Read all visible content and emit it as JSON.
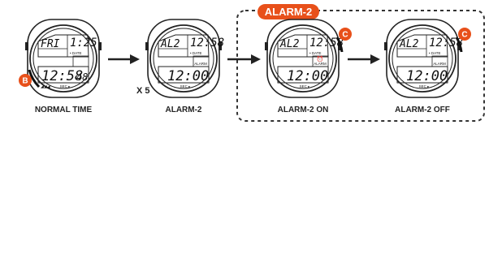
{
  "group": {
    "label": "ALARM-2",
    "accent": "#e8501a"
  },
  "watches": [
    {
      "caption": "NORMAL TIME",
      "top_left": "FRI",
      "top_right": "1:25",
      "date_label": "DATE",
      "main": "12:58",
      "seconds": "48",
      "sec_label": "SEC",
      "alarm_label": "",
      "alarm_icon": false,
      "button": {
        "letter": "B",
        "side": "left"
      }
    },
    {
      "caption": "ALARM-2",
      "top_left": "AL2",
      "top_right": "12:58",
      "date_label": "DATE",
      "main": "12:00",
      "seconds": "",
      "sec_label": "SEC",
      "alarm_label": "ALARM",
      "alarm_icon": false,
      "button": null
    },
    {
      "caption": "ALARM-2 ON",
      "top_left": "AL2",
      "top_right": "12:58",
      "date_label": "DATE",
      "main": "12:00",
      "seconds": "",
      "sec_label": "SEC",
      "alarm_label": "ALARM",
      "alarm_icon": true,
      "button": {
        "letter": "C",
        "side": "right"
      }
    },
    {
      "caption": "ALARM-2 OFF",
      "top_left": "AL2",
      "top_right": "12:58",
      "date_label": "DATE",
      "main": "12:00",
      "seconds": "",
      "sec_label": "SEC",
      "alarm_label": "ALARM",
      "alarm_icon": false,
      "button": {
        "letter": "C",
        "side": "right"
      }
    }
  ],
  "press_count": "X 5"
}
